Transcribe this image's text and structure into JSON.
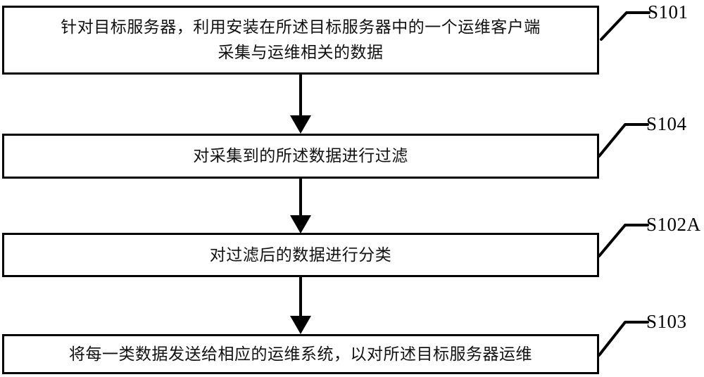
{
  "diagram": {
    "type": "flowchart",
    "title": "",
    "orientation": "vertical",
    "colors": {
      "stroke": "#000000",
      "fill": "#ffffff",
      "text": "#111111"
    },
    "steps": [
      {
        "id": "S101",
        "label": "S101",
        "text": "针对目标服务器，利用安装在所述目标服务器中的一个运维客户端\n采集与运维相关的数据",
        "lines": [
          "针对目标服务器，利用安装在所述目标服务器中的一个运维客户端",
          "采集与运维相关的数据"
        ]
      },
      {
        "id": "S104",
        "label": "S104",
        "text": "对采集到的所述数据进行过滤",
        "lines": [
          "对采集到的所述数据进行过滤"
        ]
      },
      {
        "id": "S102A",
        "label": "S102A",
        "text": "对过滤后的数据进行分类",
        "lines": [
          "对过滤后的数据进行分类"
        ]
      },
      {
        "id": "S103",
        "label": "S103",
        "text": "将每一类数据发送给相应的运维系统，以对所述目标服务器运维",
        "lines": [
          "将每一类数据发送给相应的运维系统，以对所述目标服务器运维"
        ]
      }
    ],
    "arrows": [
      {
        "from": "S101",
        "to": "S104",
        "direction": "down"
      },
      {
        "from": "S104",
        "to": "S102A",
        "direction": "down"
      },
      {
        "from": "S102A",
        "to": "S103",
        "direction": "down"
      }
    ]
  }
}
